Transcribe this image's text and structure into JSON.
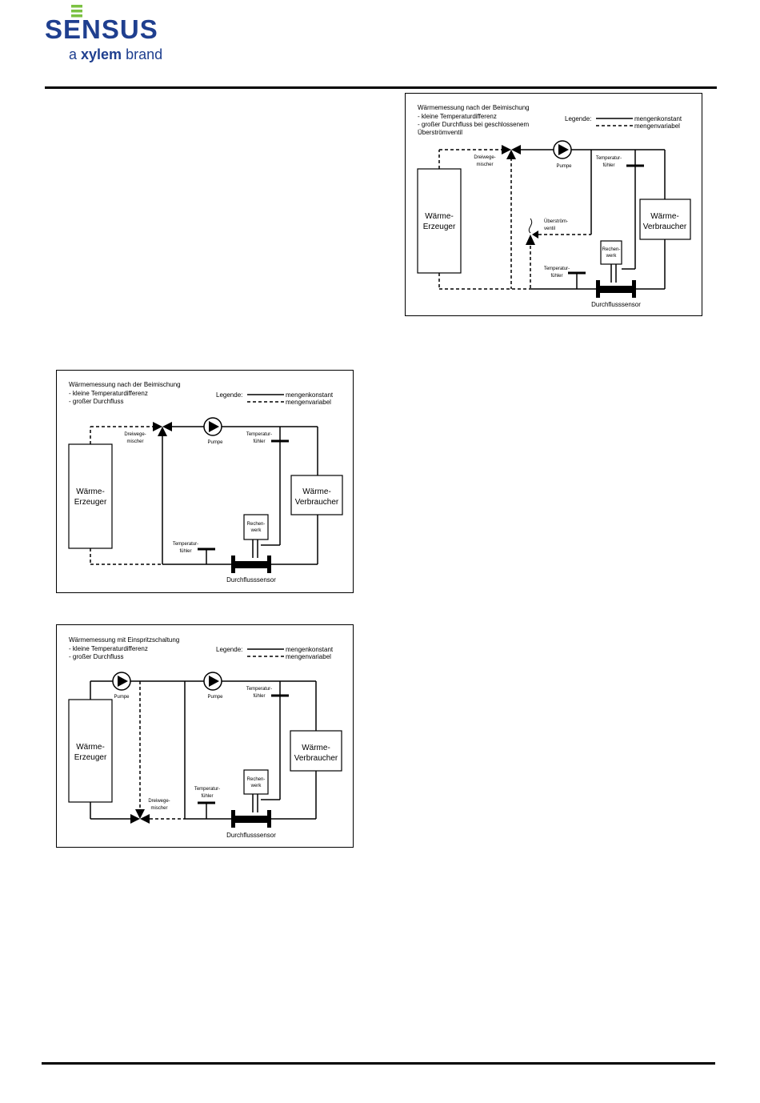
{
  "logo": {
    "brand": "SENSUS",
    "tagline_prefix": "a ",
    "tagline_brand": "xylem",
    "tagline_suffix": " brand",
    "color": "#1f3f8f"
  },
  "legend": {
    "label": "Legende:",
    "solid": "mengenkonstant",
    "dashed": "mengenvariabel"
  },
  "labels": {
    "erzeuger_1": "Wärme-",
    "erzeuger_2": "Erzeuger",
    "verbraucher_1": "Wärme-",
    "verbraucher_2": "Verbraucher",
    "pumpe": "Pumpe",
    "mischer_1": "Dreiwege-",
    "mischer_2": "mischer",
    "temp_1": "Temperatur-",
    "temp_2": "fühler",
    "rechen_1": "Rechen-",
    "rechen_2": "werk",
    "durchfluss": "Durchflusssensor",
    "ventil_1": "Überström-",
    "ventil_2": "ventil"
  },
  "diagram_a": {
    "title": "Wärmemessung nach der Beimischung",
    "line1": "- kleine  Temperaturdifferenz",
    "line2": "- großer Durchfluss bei geschlossenem",
    "line3": "  Überströmventil"
  },
  "diagram_b": {
    "title": "Wärmemessung nach der Beimischung",
    "line1": "- kleine  Temperaturdifferenz",
    "line2": "- großer Durchfluss"
  },
  "diagram_c": {
    "title": "Wärmemessung mit Einspritzschaltung",
    "line1": "- kleine  Temperaturdifferenz",
    "line2": "- großer Durchfluss"
  }
}
